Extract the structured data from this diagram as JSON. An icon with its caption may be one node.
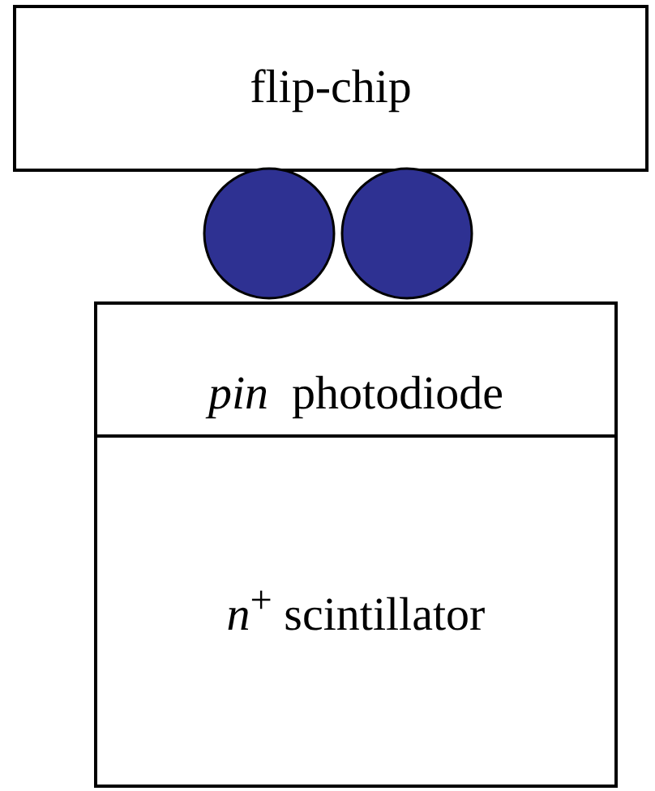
{
  "diagram": {
    "nodes": [
      {
        "text": [
          "flip-chip"
        ]
      },
      {
        "text": [],
        "shape": "circle"
      },
      {
        "text": [],
        "shape": "circle"
      },
      {
        "text": [
          "*pin*  photodiode"
        ]
      },
      {
        "text": [
          "*n*$^{+}$ scintillator"
        ]
      }
    ]
  }
}
